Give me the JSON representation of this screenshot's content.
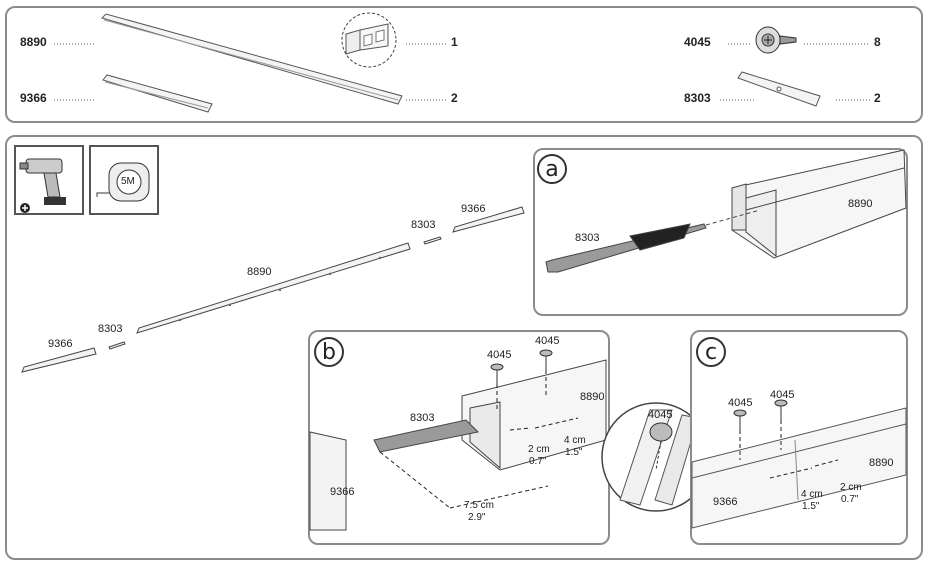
{
  "parts": {
    "rail": {
      "code": "8890",
      "qty": "1"
    },
    "end_rail": {
      "code": "9366",
      "qty": "2"
    },
    "screw": {
      "code": "4045",
      "qty": "8"
    },
    "plate": {
      "code": "8303",
      "qty": "2"
    }
  },
  "tools": {
    "tape_label": "5M"
  },
  "overview": {
    "rail": "8890",
    "end_left": "9366",
    "end_right": "9366",
    "plate_left": "8303",
    "plate_right": "8303"
  },
  "detail_a": {
    "badge": "a",
    "plate": "8303",
    "rail": "8890"
  },
  "detail_b": {
    "badge": "b",
    "screw1": "4045",
    "screw2": "4045",
    "rail": "8890",
    "plate": "8303",
    "end_rail": "9366",
    "dim1_cm": "2 cm",
    "dim1_in": "0.7\"",
    "dim2_cm": "4 cm",
    "dim2_in": "1.5\"",
    "dim3_cm": "7.5 cm",
    "dim3_in": "2.9\"",
    "zoom_screw": "4045"
  },
  "detail_c": {
    "badge": "c",
    "screw1": "4045",
    "screw2": "4045",
    "rail": "8890",
    "end_rail": "9366",
    "dim1_cm": "4 cm",
    "dim1_in": "1.5\"",
    "dim2_cm": "2 cm",
    "dim2_in": "0.7\""
  }
}
